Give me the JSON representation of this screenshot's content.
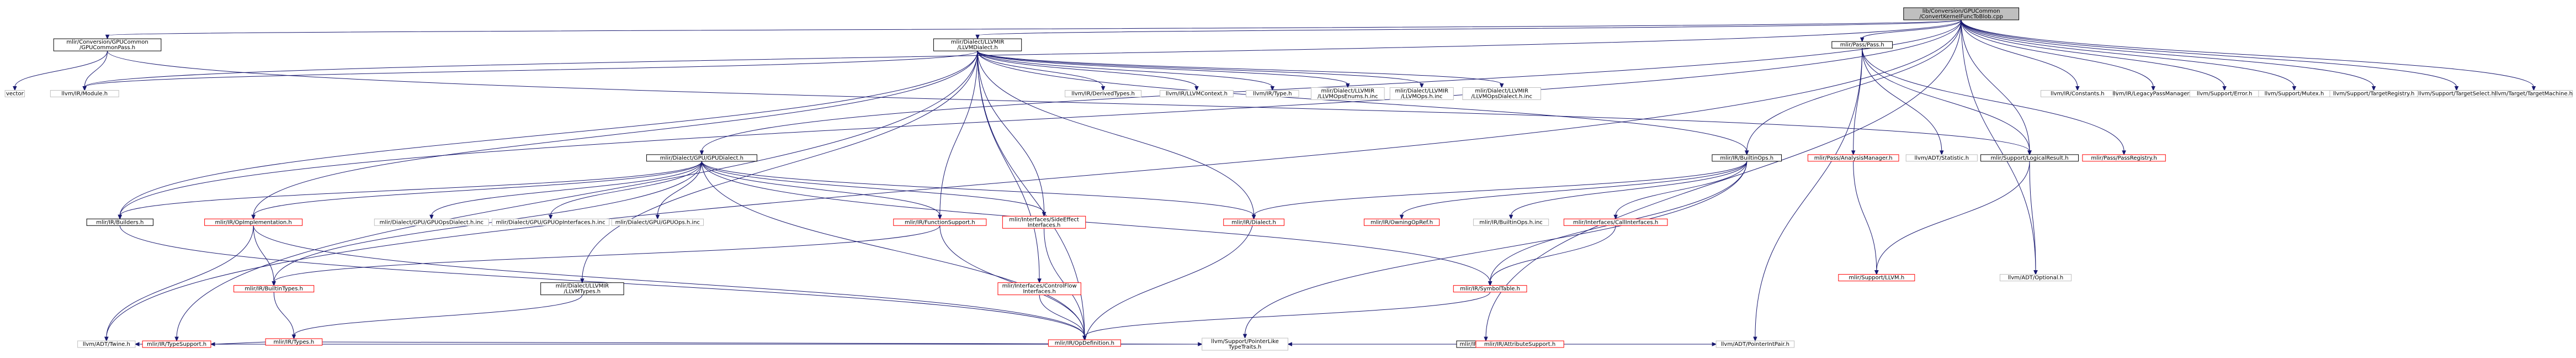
{
  "nodes": [
    {
      "id": "root",
      "lines": [
        "lib/Conversion/GPUCommon",
        "/ConvertKernelFuncToBlob.cpp"
      ],
      "style": "root"
    },
    {
      "id": "commonpass",
      "lines": [
        "mlir/Conversion/GPUCommon",
        "/GPUCommonPass.h"
      ],
      "style": "black"
    },
    {
      "id": "llvmdialect",
      "lines": [
        "mlir/Dialect/LLVMIR",
        "/LLVMDialect.h"
      ],
      "style": "black"
    },
    {
      "id": "vector",
      "lines": [
        "vector"
      ],
      "style": "gray"
    },
    {
      "id": "module",
      "lines": [
        "llvm/IR/Module.h"
      ],
      "style": "gray"
    },
    {
      "id": "gpudialect",
      "lines": [
        "mlir/Dialect/GPU/GPUDialect.h"
      ],
      "style": "black"
    },
    {
      "id": "derived",
      "lines": [
        "llvm/IR/DerivedTypes.h"
      ],
      "style": "gray"
    },
    {
      "id": "llvmcontext",
      "lines": [
        "llvm/IR/LLVMContext.h"
      ],
      "style": "gray"
    },
    {
      "id": "irtype",
      "lines": [
        "llvm/IR/Type.h"
      ],
      "style": "gray"
    },
    {
      "id": "opsenums",
      "lines": [
        "mlir/Dialect/LLVMIR",
        "/LLVMOpsEnums.h.inc"
      ],
      "style": "gray"
    },
    {
      "id": "llvmops",
      "lines": [
        "mlir/Dialect/LLVMIR",
        "/LLVMOps.h.inc"
      ],
      "style": "gray"
    },
    {
      "id": "opsdialect",
      "lines": [
        "mlir/Dialect/LLVMIR",
        "/LLVMOpsDialect.h.inc"
      ],
      "style": "gray"
    },
    {
      "id": "pass",
      "lines": [
        "mlir/Pass/Pass.h"
      ],
      "style": "black"
    },
    {
      "id": "constants",
      "lines": [
        "llvm/IR/Constants.h"
      ],
      "style": "gray"
    },
    {
      "id": "legacypm",
      "lines": [
        "llvm/IR/LegacyPassManager.h"
      ],
      "style": "gray"
    },
    {
      "id": "error",
      "lines": [
        "llvm/Support/Error.h"
      ],
      "style": "gray"
    },
    {
      "id": "mutex",
      "lines": [
        "llvm/Support/Mutex.h"
      ],
      "style": "gray"
    },
    {
      "id": "targetregistry",
      "lines": [
        "llvm/Support/TargetRegistry.h"
      ],
      "style": "gray"
    },
    {
      "id": "targetselect",
      "lines": [
        "llvm/Support/TargetSelect.h"
      ],
      "style": "gray"
    },
    {
      "id": "targetmachine",
      "lines": [
        "llvm/Target/TargetMachine.h"
      ],
      "style": "gray"
    },
    {
      "id": "builtinops",
      "lines": [
        "mlir/IR/BuiltinOps.h"
      ],
      "style": "black"
    },
    {
      "id": "passmanager",
      "lines": [
        "mlir/Pass/AnalysisManager.h"
      ],
      "style": "red"
    },
    {
      "id": "statistic",
      "lines": [
        "llvm/ADT/Statistic.h"
      ],
      "style": "gray"
    },
    {
      "id": "logicalresult",
      "lines": [
        "mlir/Support/LogicalResult.h"
      ],
      "style": "black"
    },
    {
      "id": "passregistry",
      "lines": [
        "mlir/Pass/PassRegistry.h"
      ],
      "style": "red"
    },
    {
      "id": "builders",
      "lines": [
        "mlir/IR/Builders.h"
      ],
      "style": "black"
    },
    {
      "id": "opimpl",
      "lines": [
        "mlir/IR/OpImplementation.h"
      ],
      "style": "red"
    },
    {
      "id": "gpuopsdialect",
      "lines": [
        "mlir/Dialect/GPU/GPUOpsDialect.h.inc"
      ],
      "style": "gray"
    },
    {
      "id": "gpuopinterfaces",
      "lines": [
        "mlir/Dialect/GPU/GPUOpInterfaces.h.inc"
      ],
      "style": "gray"
    },
    {
      "id": "gpuops",
      "lines": [
        "mlir/Dialect/GPU/GPUOps.h.inc"
      ],
      "style": "gray"
    },
    {
      "id": "functionsupport",
      "lines": [
        "mlir/IR/FunctionSupport.h"
      ],
      "style": "red"
    },
    {
      "id": "sideeffect",
      "lines": [
        "mlir/Interfaces/SideEffect",
        "Interfaces.h"
      ],
      "style": "red"
    },
    {
      "id": "dialect",
      "lines": [
        "mlir/IR/Dialect.h"
      ],
      "style": "red"
    },
    {
      "id": "owningopref",
      "lines": [
        "mlir/IR/OwningOpRef.h"
      ],
      "style": "red"
    },
    {
      "id": "builtinopsinc",
      "lines": [
        "mlir/IR/BuiltinOps.h.inc"
      ],
      "style": "gray"
    },
    {
      "id": "callinterfaces",
      "lines": [
        "mlir/Interfaces/CallInterfaces.h"
      ],
      "style": "red"
    },
    {
      "id": "llvmsupport",
      "lines": [
        "mlir/Support/LLVM.h"
      ],
      "style": "red"
    },
    {
      "id": "optional",
      "lines": [
        "llvm/ADT/Optional.h"
      ],
      "style": "gray"
    },
    {
      "id": "llvmtypes",
      "lines": [
        "mlir/Dialect/LLVMIR",
        "/LLVMTypes.h"
      ],
      "style": "black"
    },
    {
      "id": "builtintypes",
      "lines": [
        "mlir/IR/BuiltinTypes.h"
      ],
      "style": "red"
    },
    {
      "id": "controlflow",
      "lines": [
        "mlir/Interfaces/ControlFlow",
        "Interfaces.h"
      ],
      "style": "red"
    },
    {
      "id": "symboltable",
      "lines": [
        "mlir/IR/SymbolTable.h"
      ],
      "style": "red"
    },
    {
      "id": "types",
      "lines": [
        "mlir/IR/Types.h"
      ],
      "style": "red"
    },
    {
      "id": "opdefinition",
      "lines": [
        "mlir/IR/OpDefinition.h"
      ],
      "style": "red"
    },
    {
      "id": "attributes",
      "lines": [
        "mlir/IR/Attributes.h"
      ],
      "style": "black"
    },
    {
      "id": "typesupport",
      "lines": [
        "mlir/IR/TypeSupport.h"
      ],
      "style": "red"
    },
    {
      "id": "pointerlike",
      "lines": [
        "llvm/Support/PointerLike",
        "TypeTraits.h"
      ],
      "style": "gray"
    },
    {
      "id": "attributesupport",
      "lines": [
        "mlir/IR/AttributeSupport.h"
      ],
      "style": "red"
    },
    {
      "id": "twine",
      "lines": [
        "llvm/ADT/Twine.h"
      ],
      "style": "gray"
    },
    {
      "id": "pointerintpair",
      "lines": [
        "llvm/ADT/PointerIntPair.h"
      ],
      "style": "gray"
    }
  ],
  "edges": [
    [
      "root",
      "commonpass"
    ],
    [
      "root",
      "llvmdialect"
    ],
    [
      "root",
      "module"
    ],
    [
      "root",
      "pass"
    ],
    [
      "root",
      "constants"
    ],
    [
      "root",
      "legacypm"
    ],
    [
      "root",
      "error"
    ],
    [
      "root",
      "mutex"
    ],
    [
      "root",
      "targetregistry"
    ],
    [
      "root",
      "targetselect"
    ],
    [
      "root",
      "targetmachine"
    ],
    [
      "root",
      "gpudialect"
    ],
    [
      "root",
      "builtinops"
    ],
    [
      "root",
      "logicalresult"
    ],
    [
      "root",
      "optional"
    ],
    [
      "root",
      "attributes"
    ],
    [
      "root",
      "twine"
    ],
    [
      "root",
      "builders"
    ],
    [
      "commonpass",
      "vector"
    ],
    [
      "commonpass",
      "module"
    ],
    [
      "commonpass",
      "logicalresult"
    ],
    [
      "llvmdialect",
      "module"
    ],
    [
      "llvmdialect",
      "derived"
    ],
    [
      "llvmdialect",
      "llvmcontext"
    ],
    [
      "llvmdialect",
      "irtype"
    ],
    [
      "llvmdialect",
      "opsenums"
    ],
    [
      "llvmdialect",
      "llvmops"
    ],
    [
      "llvmdialect",
      "opsdialect"
    ],
    [
      "llvmdialect",
      "builtinops"
    ],
    [
      "llvmdialect",
      "functionsupport"
    ],
    [
      "llvmdialect",
      "sideeffect"
    ],
    [
      "llvmdialect",
      "dialect"
    ],
    [
      "llvmdialect",
      "controlflow"
    ],
    [
      "llvmdialect",
      "llvmtypes"
    ],
    [
      "llvmdialect",
      "opdefinition"
    ],
    [
      "llvmdialect",
      "typesupport"
    ],
    [
      "llvmdialect",
      "opimpl"
    ],
    [
      "llvmdialect",
      "builders"
    ],
    [
      "gpudialect",
      "builders"
    ],
    [
      "gpudialect",
      "opimpl"
    ],
    [
      "gpudialect",
      "gpuopsdialect"
    ],
    [
      "gpudialect",
      "gpuopinterfaces"
    ],
    [
      "gpudialect",
      "gpuops"
    ],
    [
      "gpudialect",
      "functionsupport"
    ],
    [
      "gpudialect",
      "sideeffect"
    ],
    [
      "gpudialect",
      "dialect"
    ],
    [
      "gpudialect",
      "symboltable"
    ],
    [
      "gpudialect",
      "opdefinition"
    ],
    [
      "gpudialect",
      "builtintypes"
    ],
    [
      "pass",
      "passmanager"
    ],
    [
      "pass",
      "statistic"
    ],
    [
      "pass",
      "logicalresult"
    ],
    [
      "pass",
      "passregistry"
    ],
    [
      "pass",
      "pointerintpair"
    ],
    [
      "builtinops",
      "dialect"
    ],
    [
      "builtinops",
      "owningopref"
    ],
    [
      "builtinops",
      "builtinopsinc"
    ],
    [
      "builtinops",
      "callinterfaces"
    ],
    [
      "builtinops",
      "symboltable"
    ],
    [
      "builtinops",
      "pointerlike"
    ],
    [
      "passmanager",
      "llvmsupport"
    ],
    [
      "logicalresult",
      "llvmsupport"
    ],
    [
      "logicalresult",
      "optional"
    ],
    [
      "builders",
      "opdefinition"
    ],
    [
      "opimpl",
      "builtintypes"
    ],
    [
      "opimpl",
      "opdefinition"
    ],
    [
      "opimpl",
      "twine"
    ],
    [
      "functionsupport",
      "builtintypes"
    ],
    [
      "functionsupport",
      "opdefinition"
    ],
    [
      "sideeffect",
      "opdefinition"
    ],
    [
      "callinterfaces",
      "symboltable"
    ],
    [
      "llvmtypes",
      "types"
    ],
    [
      "builtintypes",
      "types"
    ],
    [
      "controlflow",
      "opdefinition"
    ],
    [
      "symboltable",
      "opdefinition"
    ],
    [
      "types",
      "typesupport"
    ],
    [
      "types",
      "pointerlike"
    ],
    [
      "opdefinition",
      "dialect"
    ],
    [
      "attributes",
      "attributesupport"
    ],
    [
      "attributes",
      "pointerlike"
    ],
    [
      "typesupport",
      "twine"
    ],
    [
      "attributesupport",
      "twine"
    ],
    [
      "attributesupport",
      "pointerintpair"
    ]
  ],
  "colors": {
    "edge": "#191970",
    "root_fill": "#bfbfbf",
    "black_border": "#000000",
    "red_border": "#ff0000",
    "gray_border": "#bfbfbf",
    "node_fill": "#ffffff",
    "text": "#000000"
  }
}
